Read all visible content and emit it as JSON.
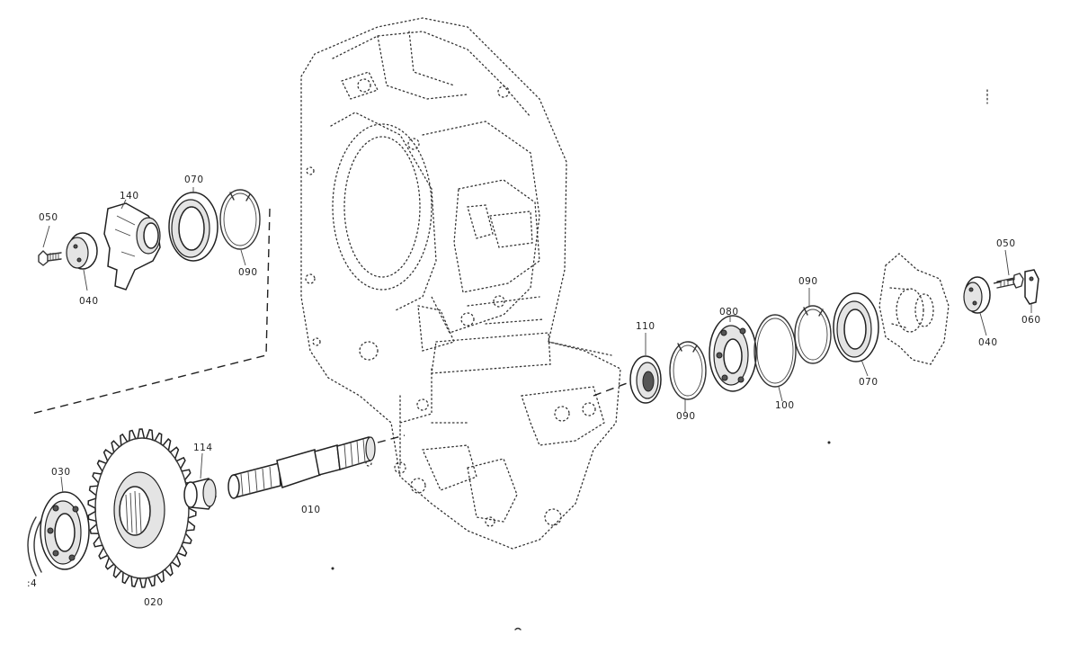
{
  "labels": {
    "l_050_left": "050",
    "l_040_left": "040",
    "l_140": "140",
    "l_070_left": "070",
    "l_090_left": "090",
    "l_030": "030",
    "l_020": "020",
    "l_114": "114",
    "l_010": "010",
    "l_110": "110",
    "l_090_mid": "090",
    "l_080": "080",
    "l_100": "100",
    "l_090_right": "090",
    "l_070_right": "070",
    "l_050_right": "050",
    "l_040_right": "040",
    "l_060": "060",
    "l_14_partial": ":4"
  },
  "colors": {
    "line": "#333333",
    "background": "#ffffff"
  }
}
